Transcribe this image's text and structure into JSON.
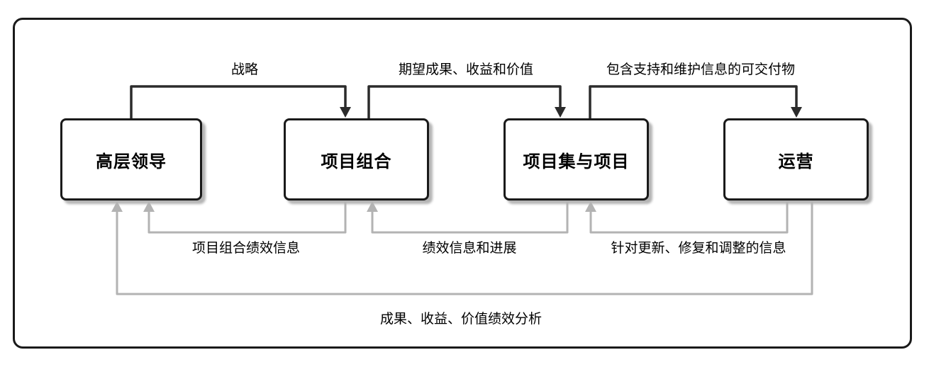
{
  "diagram": {
    "title": "",
    "nodes": [
      {
        "id": "senior-leadership",
        "label": "高层领导"
      },
      {
        "id": "portfolio",
        "label": "项目组合"
      },
      {
        "id": "programs-and-projects",
        "label": "项目集与项目"
      },
      {
        "id": "operations",
        "label": "运营"
      }
    ],
    "flows_top": [
      {
        "from": "senior-leadership",
        "to": "portfolio",
        "label": "战略"
      },
      {
        "from": "portfolio",
        "to": "programs-and-projects",
        "label": "期望成果、收益和价值"
      },
      {
        "from": "programs-and-projects",
        "to": "operations",
        "label": "包含支持和维护信息的可交付物"
      }
    ],
    "flows_bottom": [
      {
        "from": "portfolio",
        "to": "senior-leadership",
        "label": "项目组合绩效信息"
      },
      {
        "from": "programs-and-projects",
        "to": "portfolio",
        "label": "绩效信息和进展"
      },
      {
        "from": "operations",
        "to": "programs-and-projects",
        "label": "针对更新、修复和调整的信息"
      },
      {
        "from": "operations",
        "to": "senior-leadership",
        "label": "成果、收益、价值绩效分析"
      }
    ],
    "colors": {
      "forward_arrow": "#2b2b2b",
      "feedback_arrow": "#b3b3b3",
      "box_border": "#1a1a1a",
      "box_shadow": "#b5b5b5"
    }
  }
}
